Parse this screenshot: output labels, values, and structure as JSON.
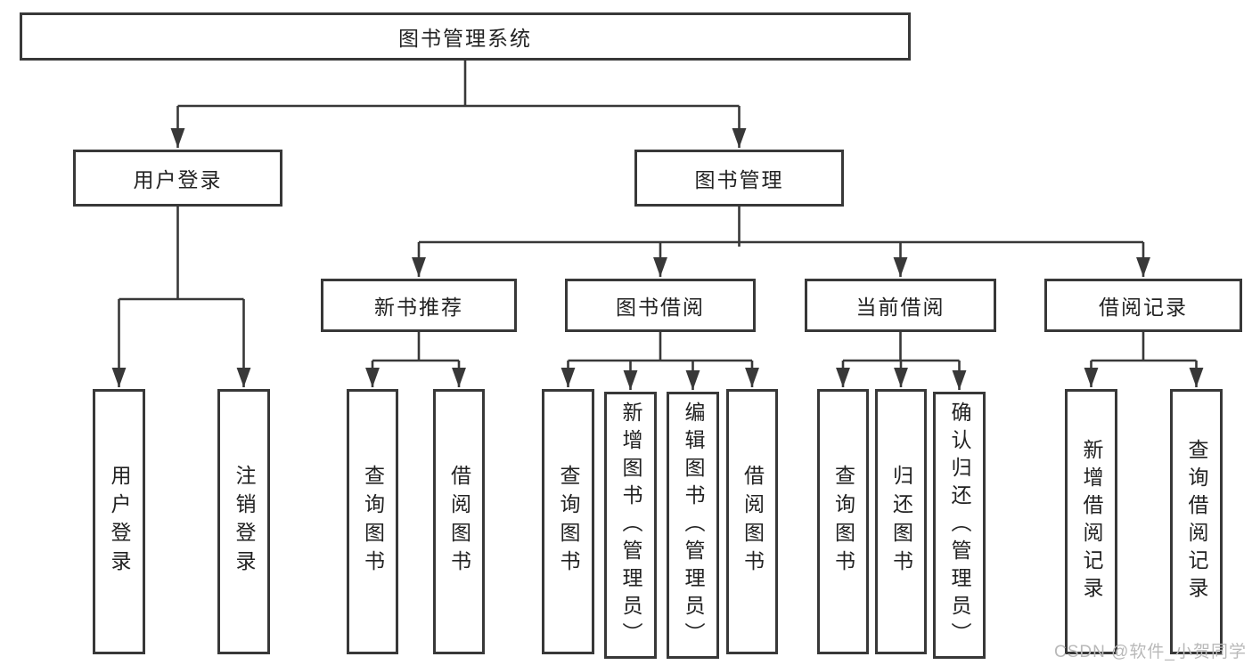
{
  "diagram": {
    "colors": {
      "border": "#383838",
      "line": "#383838",
      "text": "#222222",
      "background": "#ffffff",
      "watermark": "#b9b9b9"
    },
    "watermark": "CSDN @软件_小贺同学",
    "nodes": {
      "root": {
        "label": "图书管理系统"
      },
      "user_login": {
        "label": "用户登录"
      },
      "book_mgmt": {
        "label": "图书管理"
      },
      "user_login_leaf": {
        "label": "用户登录"
      },
      "logout_leaf": {
        "label": "注销登录"
      },
      "new_book_rec": {
        "label": "新书推荐"
      },
      "book_borrow": {
        "label": "图书借阅"
      },
      "current_borrow": {
        "label": "当前借阅"
      },
      "borrow_records": {
        "label": "借阅记录"
      },
      "nbr_query_books": {
        "label": "查询图书"
      },
      "nbr_borrow_books": {
        "label": "借阅图书"
      },
      "bb_query_books": {
        "label": "查询图书"
      },
      "bb_add_books": {
        "label": "新增图书（管理员）"
      },
      "bb_edit_books": {
        "label": "编辑图书（管理员）"
      },
      "bb_borrow_books": {
        "label": "借阅图书"
      },
      "cb_query_books": {
        "label": "查询图书"
      },
      "cb_return_books": {
        "label": "归还图书"
      },
      "cb_confirm_return": {
        "label": "确认归还（管理员）"
      },
      "br_add_record": {
        "label": "新增借阅记录"
      },
      "br_query_record": {
        "label": "查询借阅记录"
      }
    }
  }
}
